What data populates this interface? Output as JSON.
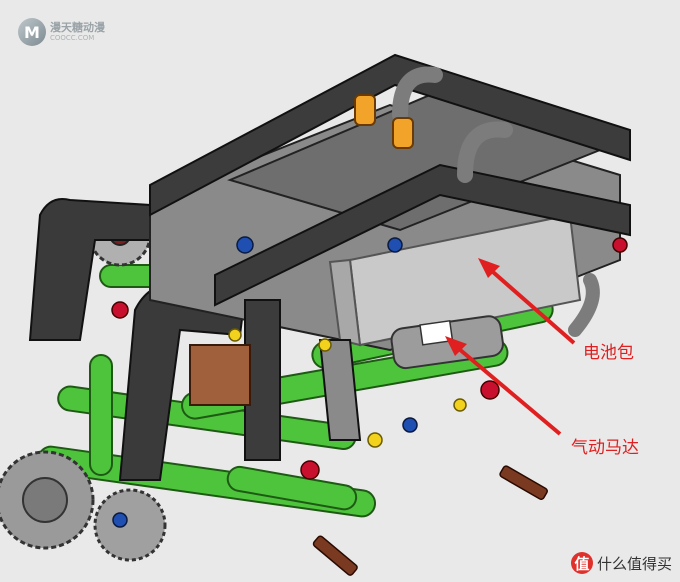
{
  "watermark_top": {
    "logo_glyph": "M",
    "name": "漫天糖动漫",
    "site": "COOCC.COM"
  },
  "labels": {
    "battery": "电池包",
    "motor": "气动马达"
  },
  "watermark_bottom": {
    "logo_glyph": "值",
    "text": "什么值得买"
  },
  "colors": {
    "background": "#e9e9e9",
    "beam_dark": "#3c3c3c",
    "beam_gray": "#8a8a8a",
    "green": "#4ec43c",
    "battery": "#c9c9c9",
    "arrow": "#e02020",
    "accent_red": "#c8102e",
    "accent_blue": "#1f4fb0",
    "accent_yellow": "#f2d21c",
    "tan": "#a0603c"
  }
}
